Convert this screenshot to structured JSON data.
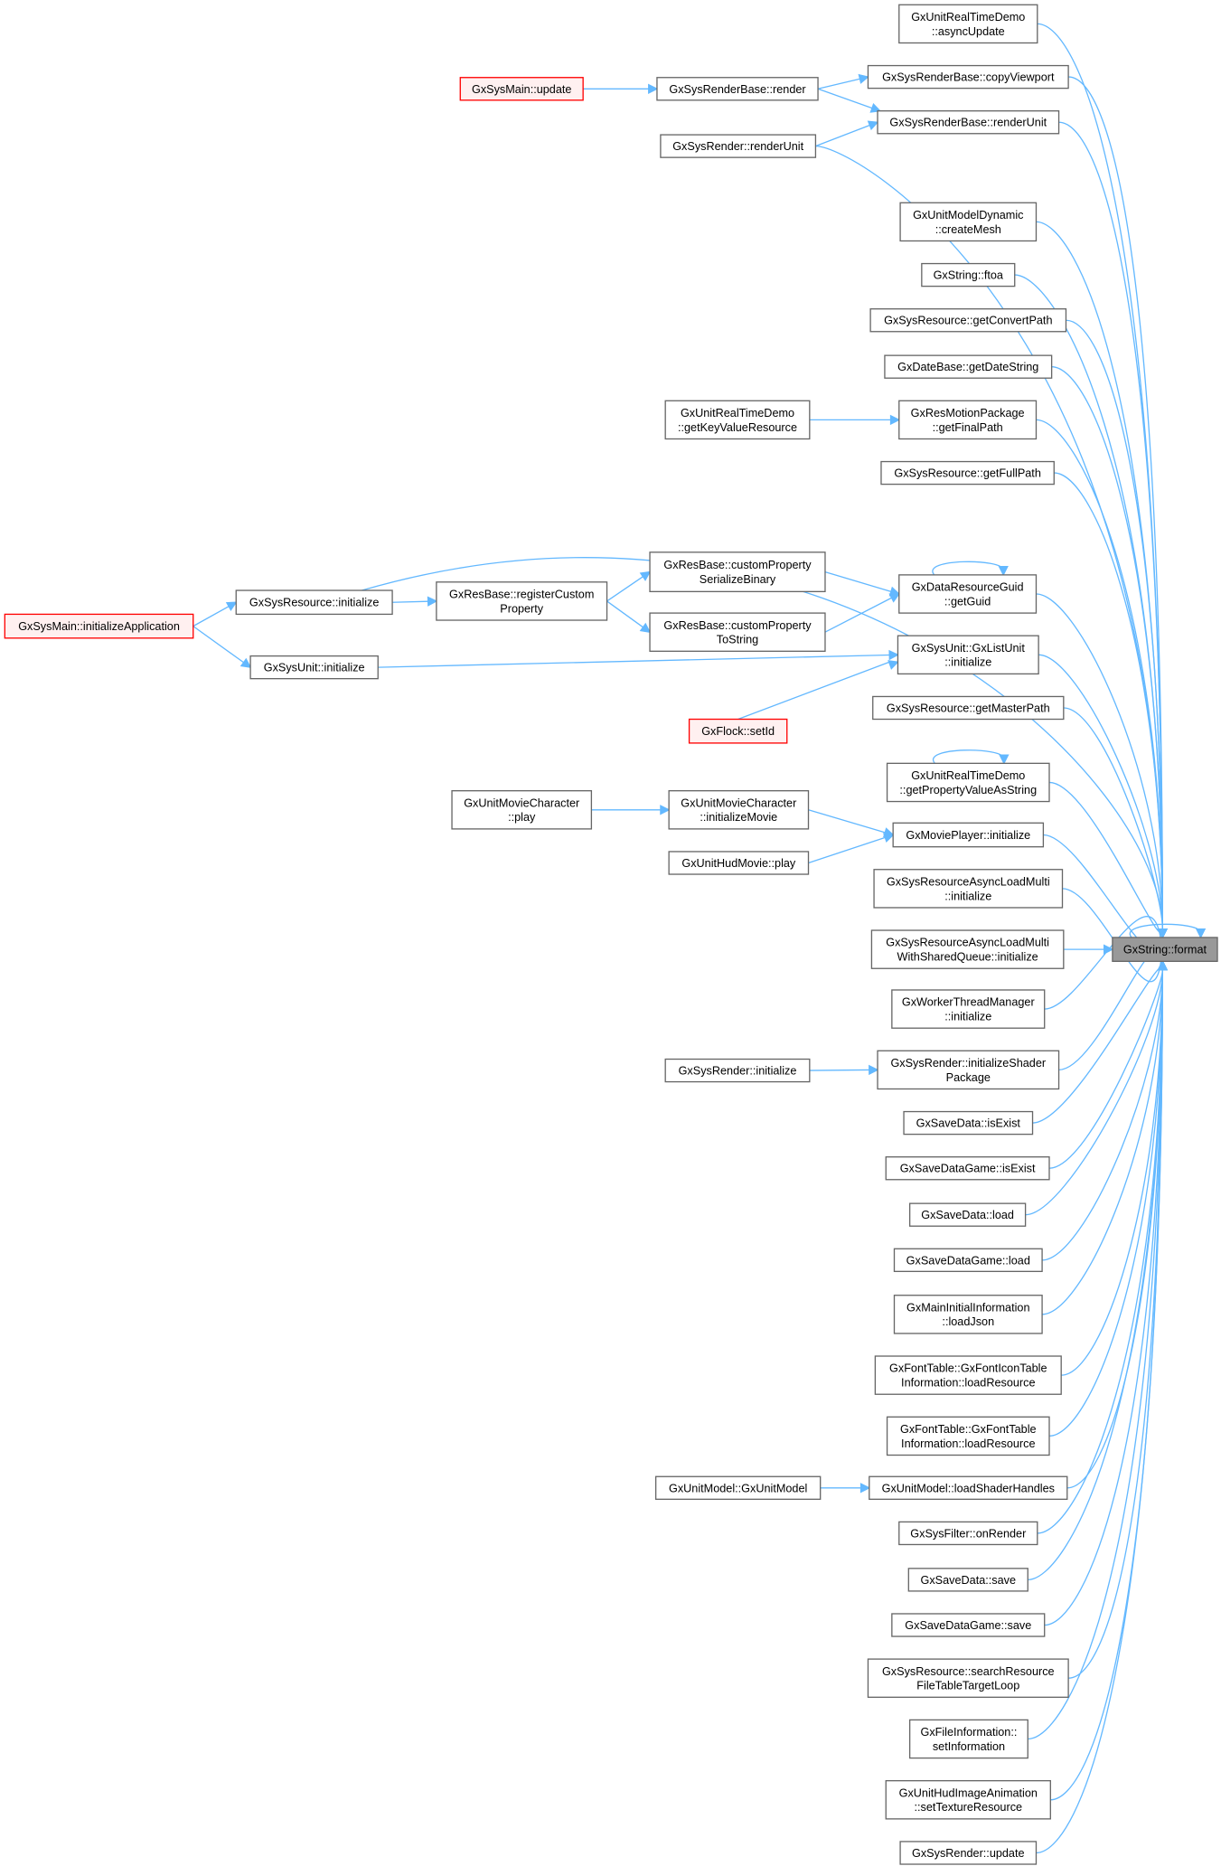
{
  "graph": {
    "title": "GxString::format caller graph",
    "colors": {
      "edge": "#63b8ff",
      "root_border": "#ff0000",
      "focus_fill": "#999999"
    },
    "nodes": [
      {
        "id": 1,
        "lines": [
          "GxUnitRealTimeDemo",
          "::asyncUpdate"
        ]
      },
      {
        "id": 2,
        "lines": [
          "GxSysRenderBase::copyViewport"
        ]
      },
      {
        "id": 3,
        "lines": [
          "GxSysMain::update"
        ],
        "kind": "root"
      },
      {
        "id": 4,
        "lines": [
          "GxSysRenderBase::render"
        ]
      },
      {
        "id": 5,
        "lines": [
          "GxSysRenderBase::renderUnit"
        ]
      },
      {
        "id": 6,
        "lines": [
          "GxSysRender::renderUnit"
        ]
      },
      {
        "id": 7,
        "lines": [
          "GxUnitModelDynamic",
          "::createMesh"
        ]
      },
      {
        "id": 8,
        "lines": [
          "GxString::ftoa"
        ]
      },
      {
        "id": 9,
        "lines": [
          "GxSysResource::getConvertPath"
        ]
      },
      {
        "id": 10,
        "lines": [
          "GxDateBase::getDateString"
        ]
      },
      {
        "id": 11,
        "lines": [
          "GxUnitRealTimeDemo",
          "::getKeyValueResource"
        ]
      },
      {
        "id": 12,
        "lines": [
          "GxResMotionPackage",
          "::getFinalPath"
        ]
      },
      {
        "id": 13,
        "lines": [
          "GxSysResource::getFullPath"
        ]
      },
      {
        "id": 14,
        "lines": [
          "GxSysResource::initialize"
        ]
      },
      {
        "id": 15,
        "lines": [
          "GxResBase::registerCustom",
          "Property"
        ]
      },
      {
        "id": 16,
        "lines": [
          "GxResBase::customProperty",
          "SerializeBinary"
        ]
      },
      {
        "id": 17,
        "lines": [
          "GxResBase::customProperty",
          "ToString"
        ]
      },
      {
        "id": 18,
        "lines": [
          "GxDataResourceGuid",
          "::getGuid"
        ]
      },
      {
        "id": 19,
        "lines": [
          "GxSysMain::initializeApplication"
        ],
        "kind": "root"
      },
      {
        "id": 20,
        "lines": [
          "GxSysUnit::initialize"
        ]
      },
      {
        "id": 21,
        "lines": [
          "GxSysUnit::GxListUnit",
          "::initialize"
        ]
      },
      {
        "id": 22,
        "lines": [
          "GxFlock::setId"
        ],
        "kind": "root"
      },
      {
        "id": 23,
        "lines": [
          "GxSysResource::getMasterPath"
        ]
      },
      {
        "id": 24,
        "lines": [
          "GxUnitRealTimeDemo",
          "::getPropertyValueAsString"
        ]
      },
      {
        "id": 25,
        "lines": [
          "GxUnitMovieCharacter",
          "::play"
        ]
      },
      {
        "id": 26,
        "lines": [
          "GxUnitMovieCharacter",
          "::initializeMovie"
        ]
      },
      {
        "id": 27,
        "lines": [
          "GxMoviePlayer::initialize"
        ]
      },
      {
        "id": 28,
        "lines": [
          "GxUnitHudMovie::play"
        ]
      },
      {
        "id": 29,
        "lines": [
          "GxSysResourceAsyncLoadMulti",
          "::initialize"
        ]
      },
      {
        "id": 30,
        "lines": [
          "GxSysResourceAsyncLoadMulti",
          "WithSharedQueue::initialize"
        ]
      },
      {
        "id": 31,
        "lines": [
          "GxString::format"
        ],
        "kind": "focus"
      },
      {
        "id": 32,
        "lines": [
          "GxWorkerThreadManager",
          "::initialize"
        ]
      },
      {
        "id": 33,
        "lines": [
          "GxSysRender::initialize"
        ]
      },
      {
        "id": 34,
        "lines": [
          "GxSysRender::initializeShader",
          "Package"
        ]
      },
      {
        "id": 35,
        "lines": [
          "GxSaveData::isExist"
        ]
      },
      {
        "id": 36,
        "lines": [
          "GxSaveDataGame::isExist"
        ]
      },
      {
        "id": 37,
        "lines": [
          "GxSaveData::load"
        ]
      },
      {
        "id": 38,
        "lines": [
          "GxSaveDataGame::load"
        ]
      },
      {
        "id": 39,
        "lines": [
          "GxMainInitialInformation",
          "::loadJson"
        ]
      },
      {
        "id": 40,
        "lines": [
          "GxFontTable::GxFontIconTable",
          "Information::loadResource"
        ]
      },
      {
        "id": 41,
        "lines": [
          "GxFontTable::GxFontTable",
          "Information::loadResource"
        ]
      },
      {
        "id": 42,
        "lines": [
          "GxUnitModel::GxUnitModel"
        ]
      },
      {
        "id": 43,
        "lines": [
          "GxUnitModel::loadShaderHandles"
        ]
      },
      {
        "id": 44,
        "lines": [
          "GxSysFilter::onRender"
        ]
      },
      {
        "id": 45,
        "lines": [
          "GxSaveData::save"
        ]
      },
      {
        "id": 46,
        "lines": [
          "GxSaveDataGame::save"
        ]
      },
      {
        "id": 47,
        "lines": [
          "GxSysResource::searchResource",
          "FileTableTargetLoop"
        ]
      },
      {
        "id": 48,
        "lines": [
          "GxFileInformation::",
          "setInformation"
        ]
      },
      {
        "id": 49,
        "lines": [
          "GxUnitHudImageAnimation",
          "::setTextureResource"
        ]
      },
      {
        "id": 50,
        "lines": [
          "GxSysRender::update"
        ]
      }
    ],
    "edges": [
      [
        3,
        4
      ],
      [
        4,
        2
      ],
      [
        4,
        5
      ],
      [
        6,
        5
      ],
      [
        11,
        12
      ],
      [
        19,
        14
      ],
      [
        19,
        20
      ],
      [
        14,
        15
      ],
      [
        15,
        16
      ],
      [
        15,
        17
      ],
      [
        16,
        18
      ],
      [
        17,
        18
      ],
      [
        20,
        21
      ],
      [
        22,
        21
      ],
      [
        25,
        26
      ],
      [
        26,
        27
      ],
      [
        28,
        27
      ],
      [
        33,
        34
      ],
      [
        42,
        43
      ],
      [
        18,
        18
      ],
      [
        24,
        24
      ],
      [
        31,
        31
      ],
      [
        1,
        31
      ],
      [
        2,
        31
      ],
      [
        5,
        31
      ],
      [
        6,
        31
      ],
      [
        7,
        31
      ],
      [
        8,
        31
      ],
      [
        9,
        31
      ],
      [
        10,
        31
      ],
      [
        12,
        31
      ],
      [
        13,
        31
      ],
      [
        14,
        31
      ],
      [
        18,
        31
      ],
      [
        21,
        31
      ],
      [
        23,
        31
      ],
      [
        24,
        31
      ],
      [
        27,
        31
      ],
      [
        29,
        31
      ],
      [
        30,
        31
      ],
      [
        32,
        31
      ],
      [
        34,
        31
      ],
      [
        35,
        31
      ],
      [
        36,
        31
      ],
      [
        37,
        31
      ],
      [
        38,
        31
      ],
      [
        39,
        31
      ],
      [
        40,
        31
      ],
      [
        41,
        31
      ],
      [
        43,
        31
      ],
      [
        44,
        31
      ],
      [
        45,
        31
      ],
      [
        46,
        31
      ],
      [
        47,
        31
      ],
      [
        48,
        31
      ],
      [
        49,
        31
      ],
      [
        50,
        31
      ]
    ]
  }
}
